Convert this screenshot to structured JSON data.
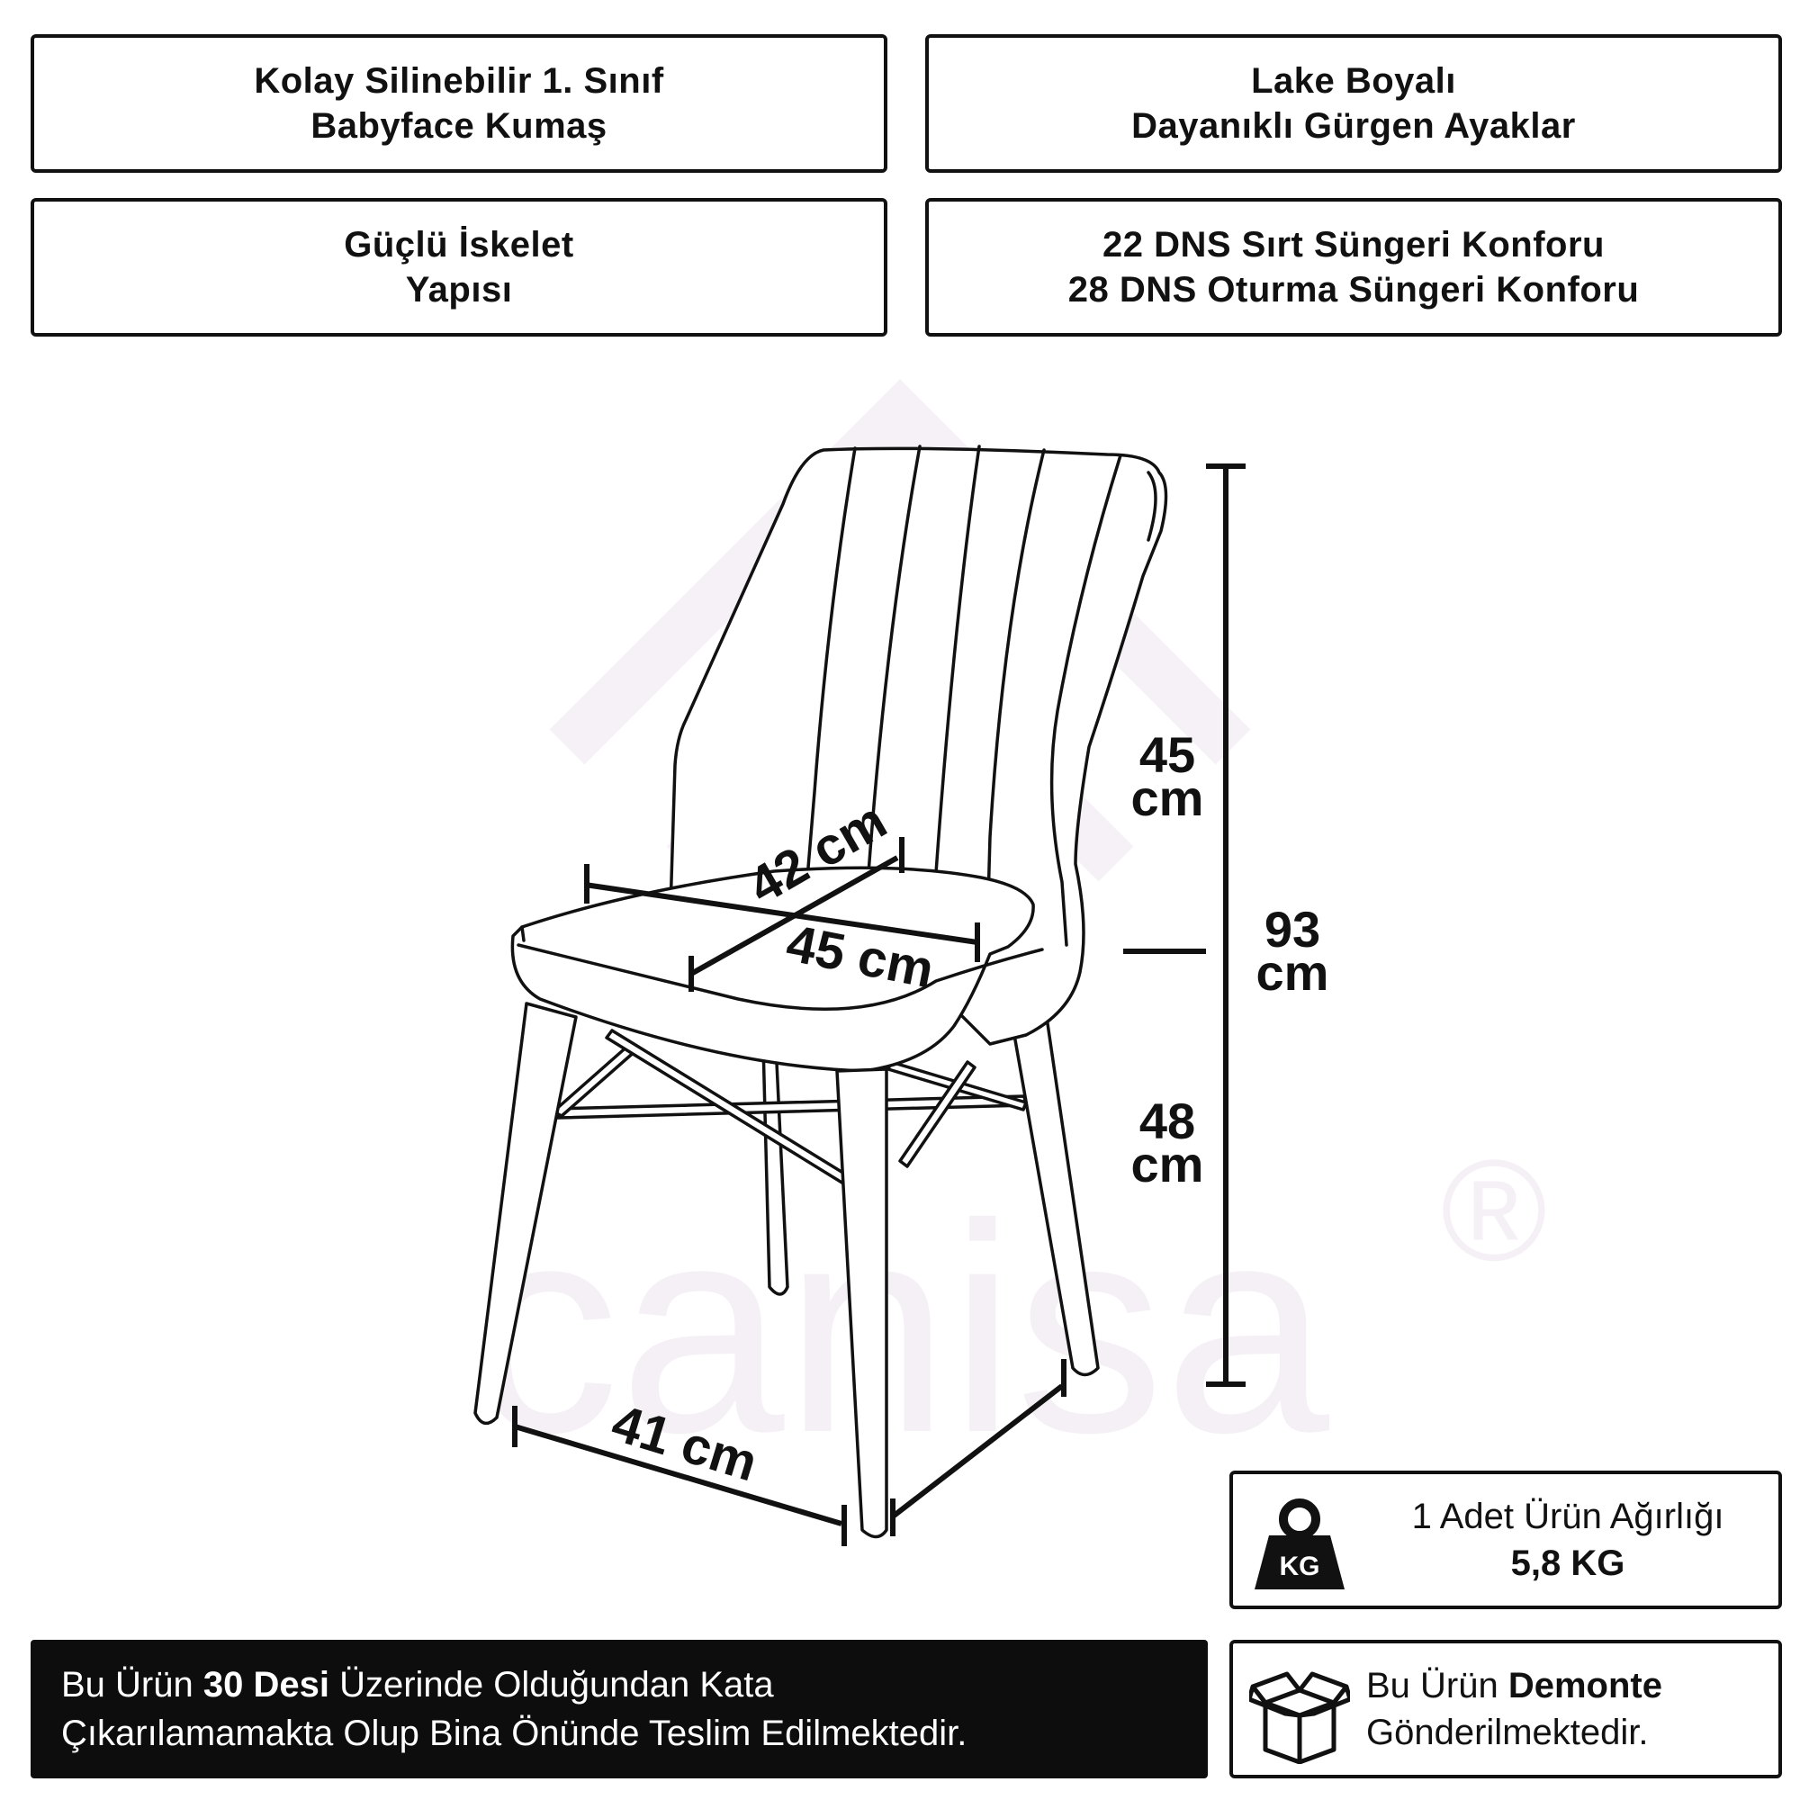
{
  "features": {
    "fabric": {
      "line1": "Kolay Silinebilir 1. Sınıf",
      "line2": "Babyface Kumaş"
    },
    "legs": {
      "line1": "Lake Boyalı",
      "line2": "Dayanıklı Gürgen Ayaklar"
    },
    "frame": {
      "line1": "Güçlü İskelet",
      "line2": "Yapısı"
    },
    "sponge": {
      "line1": "22 DNS Sırt Süngeri Konforu",
      "line2": "28 DNS Oturma Süngeri Konforu"
    }
  },
  "watermark": {
    "text": "canisa",
    "registered": "®"
  },
  "dimensions": {
    "back_height": {
      "value": "45",
      "unit": "cm"
    },
    "total_height": {
      "value": "93",
      "unit": "cm"
    },
    "seat_height": {
      "value": "48",
      "unit": "cm"
    },
    "seat_depth": "42 cm",
    "seat_width": "45 cm",
    "leg_span": "41 cm"
  },
  "weight": {
    "icon": "weight-kg-icon",
    "icon_label": "KG",
    "label": "1 Adet Ürün Ağırlığı",
    "value": "5,8 KG"
  },
  "notice": {
    "prefix": "Bu Ürün ",
    "bold": "30 Desi",
    "suffix": " Üzerinde Olduğundan Kata",
    "line2": "Çıkarılamamakta Olup Bina Önünde Teslim Edilmektedir."
  },
  "assembly": {
    "icon": "box-icon",
    "prefix": "Bu Ürün ",
    "bold": "Demonte",
    "line2": "Gönderilmektedir."
  },
  "colors": {
    "ink": "#111111",
    "notice_bg": "#0d0d0d",
    "watermark": "#f4f0f4"
  }
}
